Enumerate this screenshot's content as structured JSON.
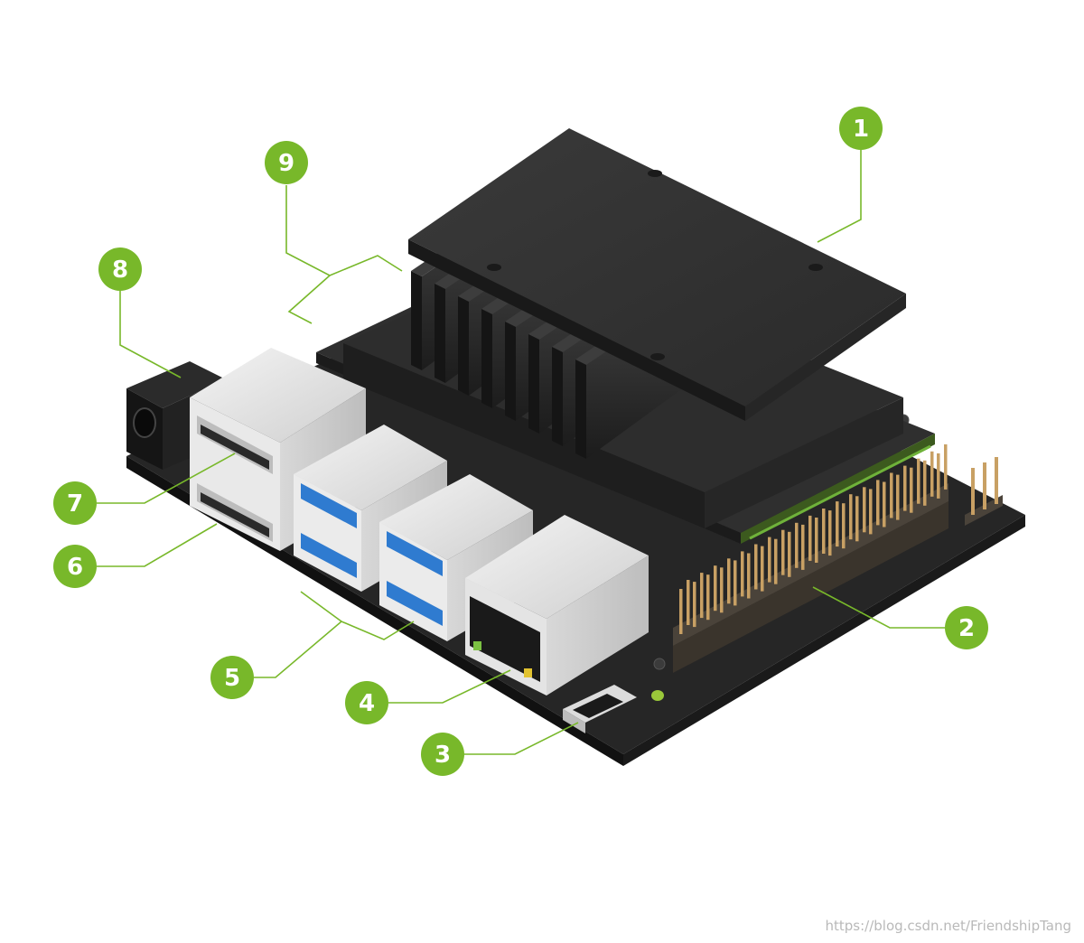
{
  "colors": {
    "callout": "#78b82a",
    "board": "#1f1f1f",
    "heatsink": "#2c2c2c",
    "port": "#e6e6e6",
    "usb3": "#2f7bd0",
    "pins": "#c8a064"
  },
  "callouts": [
    {
      "id": "1",
      "label": "1"
    },
    {
      "id": "2",
      "label": "2"
    },
    {
      "id": "3",
      "label": "3"
    },
    {
      "id": "4",
      "label": "4"
    },
    {
      "id": "5",
      "label": "5"
    },
    {
      "id": "6",
      "label": "6"
    },
    {
      "id": "7",
      "label": "7"
    },
    {
      "id": "8",
      "label": "8"
    },
    {
      "id": "9",
      "label": "9"
    }
  ],
  "watermark": "https://blog.csdn.net/FriendshipTang"
}
